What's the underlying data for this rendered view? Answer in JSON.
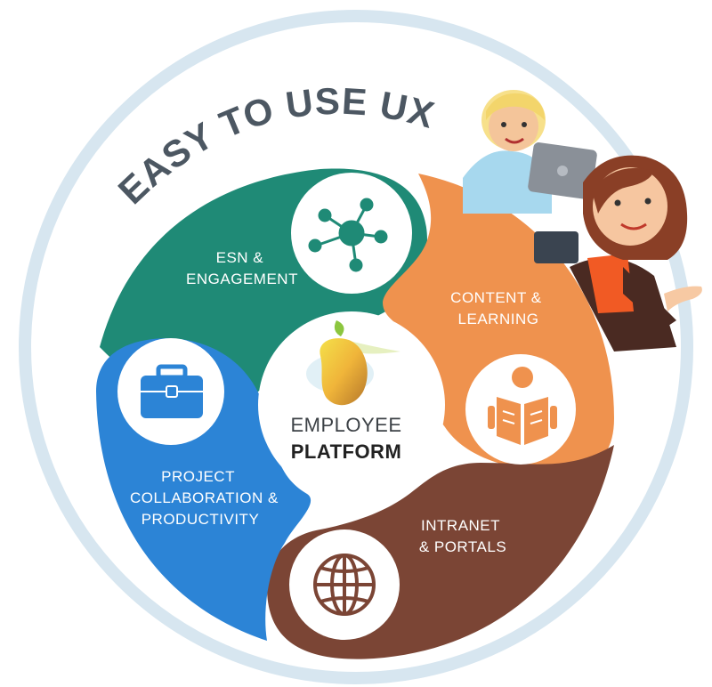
{
  "title": "EASY TO USE UX",
  "center": {
    "line1": "EMPLOYEE",
    "line2": "PLATFORM"
  },
  "segments": [
    {
      "id": "esn",
      "lines": [
        "ESN &",
        "ENGAGEMENT"
      ],
      "color": "#1f8a76",
      "icon": "network-hub-icon"
    },
    {
      "id": "content",
      "lines": [
        "CONTENT &",
        "LEARNING"
      ],
      "color": "#ef924e",
      "icon": "reading-person-icon"
    },
    {
      "id": "intranet",
      "lines": [
        "INTRANET",
        "& PORTALS"
      ],
      "color": "#7b4535",
      "icon": "globe-icon"
    },
    {
      "id": "project",
      "lines": [
        "PROJECT",
        "COLLABORATION &",
        "PRODUCTIVITY"
      ],
      "color": "#2c84d6",
      "icon": "briefcase-icon"
    }
  ],
  "colors": {
    "ring": "#d7e6f0",
    "inner": "#ffffff",
    "title": "#4c5762"
  }
}
